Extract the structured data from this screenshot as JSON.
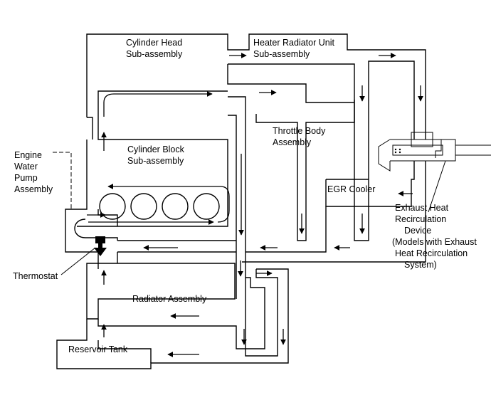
{
  "labels": {
    "cylinder_head": [
      "Cylinder Head",
      "Sub-assembly"
    ],
    "heater_radiator": [
      "Heater Radiator Unit",
      "Sub-assembly"
    ],
    "throttle_body": [
      "Throttle Body",
      "Assembly"
    ],
    "cylinder_block": [
      "Cylinder Block",
      "Sub-assembly"
    ],
    "water_pump": [
      "Engine",
      "Water",
      "Pump",
      "Assembly"
    ],
    "egr_cooler": "EGR Cooler",
    "exhaust_heat": [
      "Exhaust Heat",
      "Recirculation",
      "Device",
      "(Models with Exhaust",
      "Heat Recirculation",
      "System)"
    ],
    "thermostat": "Thermostat",
    "radiator": "Radiator Assembly",
    "reservoir": "Reservoir Tank"
  }
}
